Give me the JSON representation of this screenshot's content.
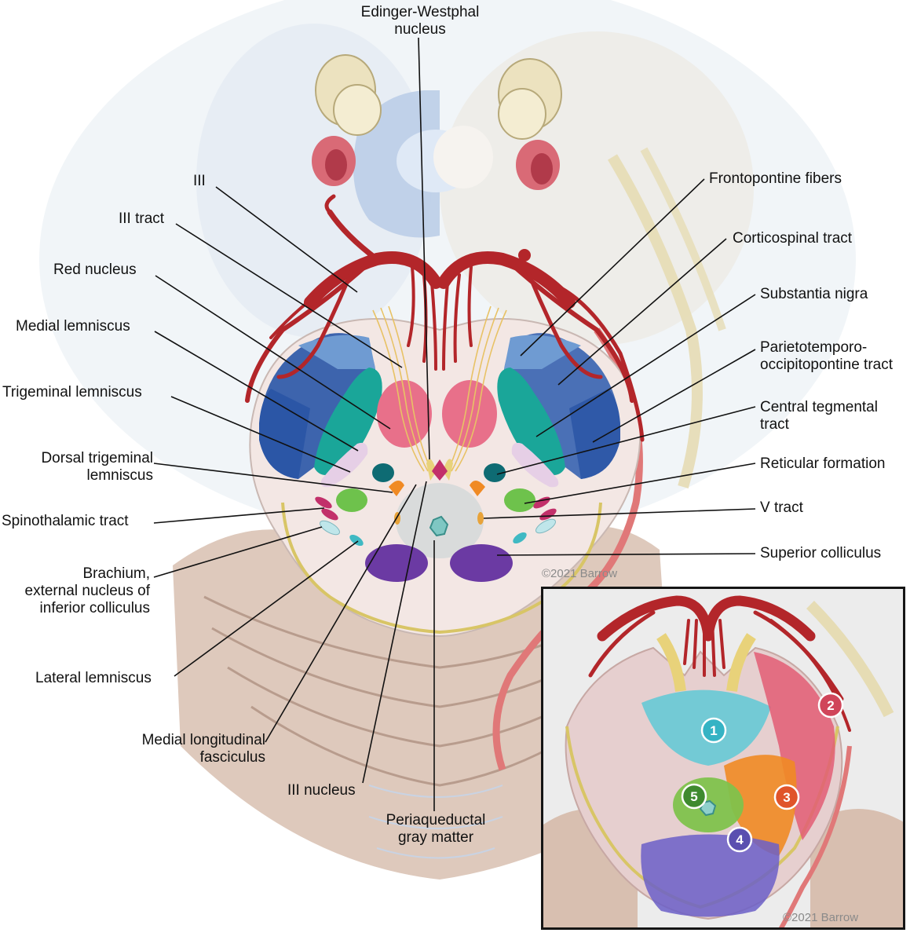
{
  "labels_left": {
    "iii": "III",
    "iii_tract": "III tract",
    "red_nucleus": "Red nucleus",
    "medial_lemniscus": "Medial lemniscus",
    "trigeminal_lemniscus": "Trigeminal lemniscus",
    "dorsal_trigeminal_line1": "Dorsal trigeminal",
    "dorsal_trigeminal_line2": "lemniscus",
    "spinothalamic_tract": "Spinothalamic tract",
    "brachium_line1": "Brachium,",
    "brachium_line2": "external nucleus of",
    "brachium_line3": "inferior colliculus",
    "lateral_lemniscus": "Lateral lemniscus",
    "mlf_line1": "Medial longitudinal",
    "mlf_line2": "fasciculus",
    "iii_nucleus": "III nucleus"
  },
  "labels_top": {
    "ew_line1": "Edinger-Westphal",
    "ew_line2": "nucleus"
  },
  "labels_bottom": {
    "pag_line1": "Periaqueductal",
    "pag_line2": "gray matter"
  },
  "labels_right": {
    "frontopontine": "Frontopontine fibers",
    "corticospinal": "Corticospinal tract",
    "substantia_nigra": "Substantia nigra",
    "ptop_line1": "Parietotemporo-",
    "ptop_line2": "occipitopontine tract",
    "ctt_line1": "Central tegmental",
    "ctt_line2": "tract",
    "reticular": "Reticular formation",
    "v_tract": "V tract",
    "superior_colliculus": "Superior colliculus"
  },
  "copyright_main": "©2021 Barrow",
  "copyright_inset": "©2021 Barrow",
  "inset_badges": [
    "1",
    "2",
    "3",
    "4",
    "5"
  ],
  "colors": {
    "artery": "#b3262a",
    "blue_dark": "#3d64ad",
    "blue_light": "#6f9bd2",
    "teal": "#1aa699",
    "pink": "#e8708a",
    "green": "#6ec24c",
    "purple": "#6b3aa3",
    "orange": "#f08a24",
    "badge1": "#35b3c4",
    "badge2": "#d0455a",
    "badge3": "#e0542a",
    "badge4": "#5a4fb0",
    "badge5": "#3f8a2f"
  }
}
